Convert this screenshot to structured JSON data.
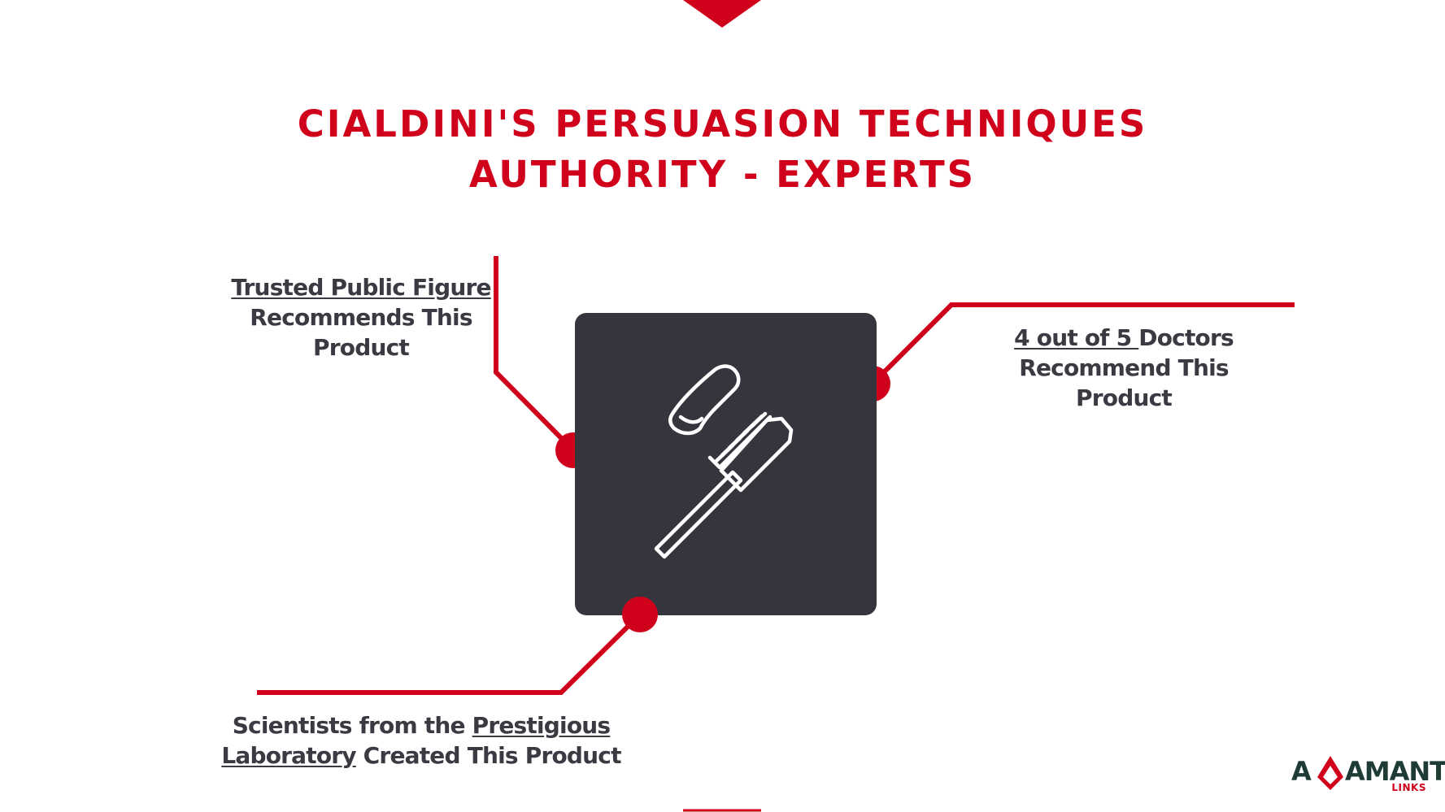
{
  "title": {
    "line1": "CIALDINI'S PERSUASION TECHNIQUES",
    "line2": "AUTHORITY - EXPERTS"
  },
  "icon": "toothbrush-icon",
  "labels": {
    "top_left": {
      "underlined": "Trusted Public Figure ",
      "rest_line1": "Recommends This",
      "rest_line2": "Product"
    },
    "top_right": {
      "underlined": "4 out of 5 ",
      "line1_rest": "Doctors",
      "line2": "Recommend This",
      "line3": "Product"
    },
    "bottom": {
      "prefix": "Scientists from the ",
      "underlined1": "Prestigious ",
      "underlined2": "Laboratory",
      "suffix": " Created This Product"
    }
  },
  "logo": {
    "letter_a": "A",
    "rest": "AMANT",
    "sub": "LINKS"
  },
  "colors": {
    "accent": "#d0021b",
    "box": "#35363d",
    "text": "#3a3b42",
    "logo_dark": "#1f3b36"
  }
}
